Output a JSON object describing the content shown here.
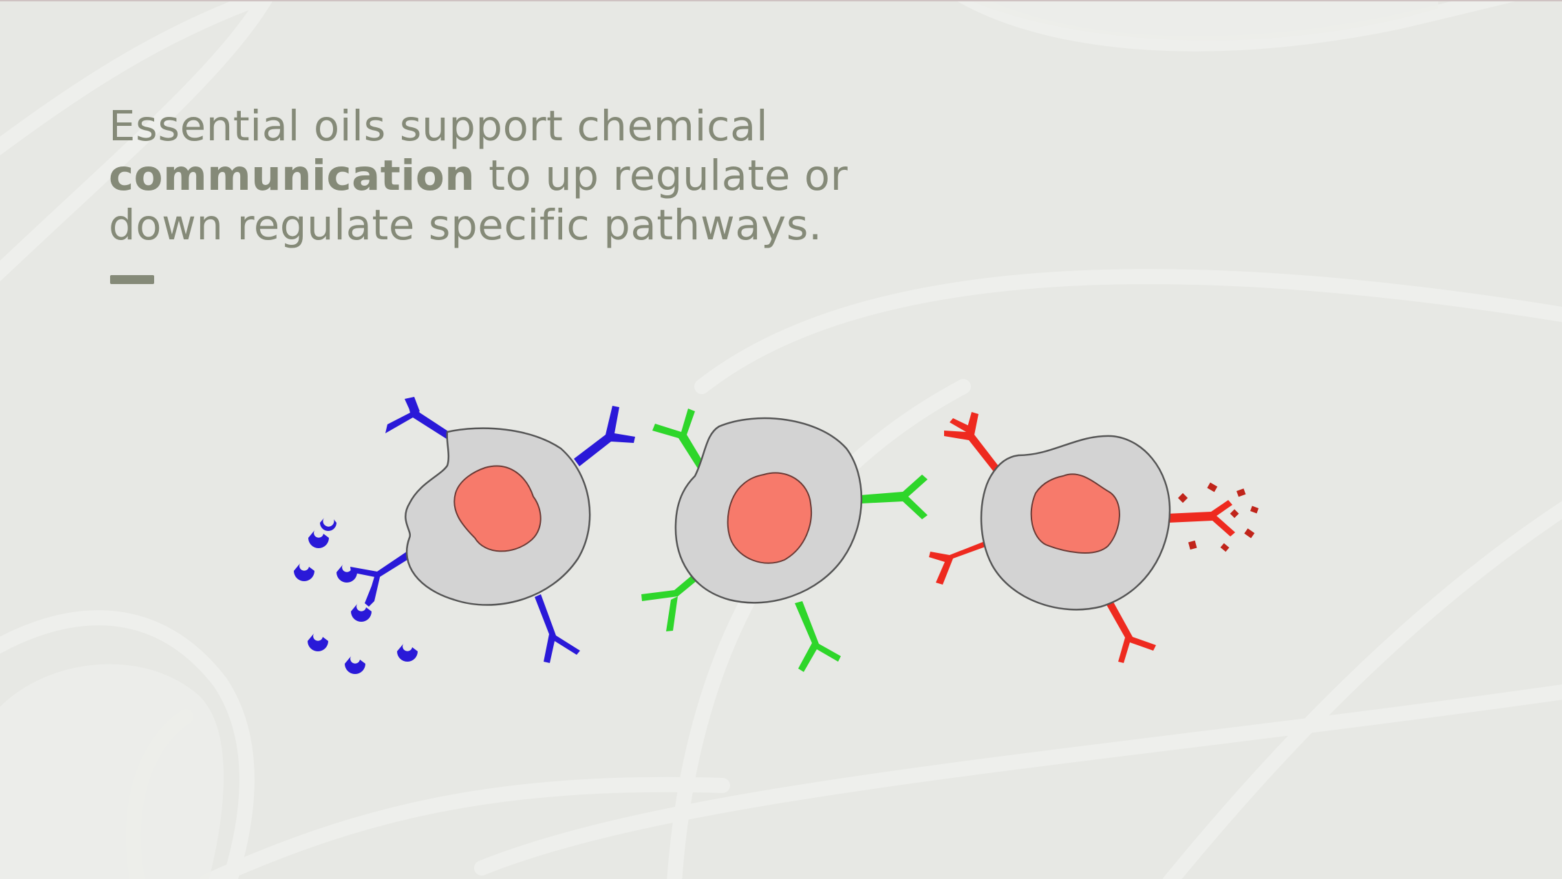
{
  "headline": {
    "line1": "Essential oils support chemical",
    "bold": "communication",
    "line2_rest": " to up regulate or",
    "line3": "down regulate specific pathways."
  },
  "colors": {
    "background": "#e7e8e4",
    "text": "#858a78",
    "cell_body": "#d3d3d3",
    "nucleus": "#f77a6b",
    "receptor_blue": "#2a19d8",
    "receptor_green": "#2ed62a",
    "receptor_red": "#ee2a1f"
  }
}
